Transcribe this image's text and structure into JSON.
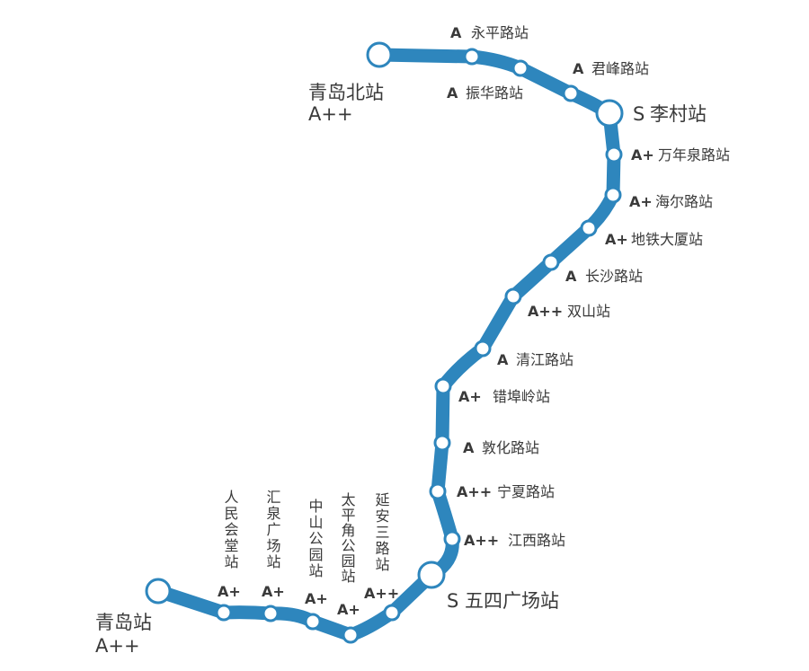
{
  "line_color": "#2E86BD",
  "station_fill": "#ffffff",
  "text_color": "#3a3a3a",
  "stations": [
    {
      "id": "qingdaobei",
      "name": "青岛北站",
      "grade": "A++",
      "terminal": true
    },
    {
      "id": "yongping",
      "name": "永平路站",
      "grade": "A"
    },
    {
      "id": "zhenhua",
      "name": "振华路站",
      "grade": "A"
    },
    {
      "id": "junfeng",
      "name": "君峰路站",
      "grade": "A"
    },
    {
      "id": "licun",
      "name": "李村站",
      "grade": "S",
      "transfer": true
    },
    {
      "id": "wanquan",
      "name": "万年泉路站",
      "grade": "A+"
    },
    {
      "id": "haier",
      "name": "海尔路站",
      "grade": "A+"
    },
    {
      "id": "ditie",
      "name": "地铁大厦站",
      "grade": "A+"
    },
    {
      "id": "changsha",
      "name": "长沙路站",
      "grade": "A"
    },
    {
      "id": "shuangshan",
      "name": "双山站",
      "grade": "A++"
    },
    {
      "id": "qingjiang",
      "name": "清江路站",
      "grade": "A"
    },
    {
      "id": "cuobu",
      "name": "错埠岭站",
      "grade": "A+"
    },
    {
      "id": "dunhua",
      "name": "敦化路站",
      "grade": "A"
    },
    {
      "id": "ningxia",
      "name": "宁夏路站",
      "grade": "A++"
    },
    {
      "id": "jiangxi",
      "name": "江西路站",
      "grade": "A++"
    },
    {
      "id": "wusi",
      "name": "五四广场站",
      "grade": "S",
      "transfer": true
    },
    {
      "id": "yanan",
      "name": "延安三路站",
      "grade": "A++"
    },
    {
      "id": "taiping",
      "name": "太平角公园站",
      "grade": "A+"
    },
    {
      "id": "zhongshan",
      "name": "中山公园站",
      "grade": "A+"
    },
    {
      "id": "huiquan",
      "name": "汇泉广场站",
      "grade": "A+"
    },
    {
      "id": "renmin",
      "name": "人民会堂站",
      "grade": "A+"
    },
    {
      "id": "qingdao",
      "name": "青岛站",
      "grade": "A++",
      "terminal": true
    }
  ]
}
